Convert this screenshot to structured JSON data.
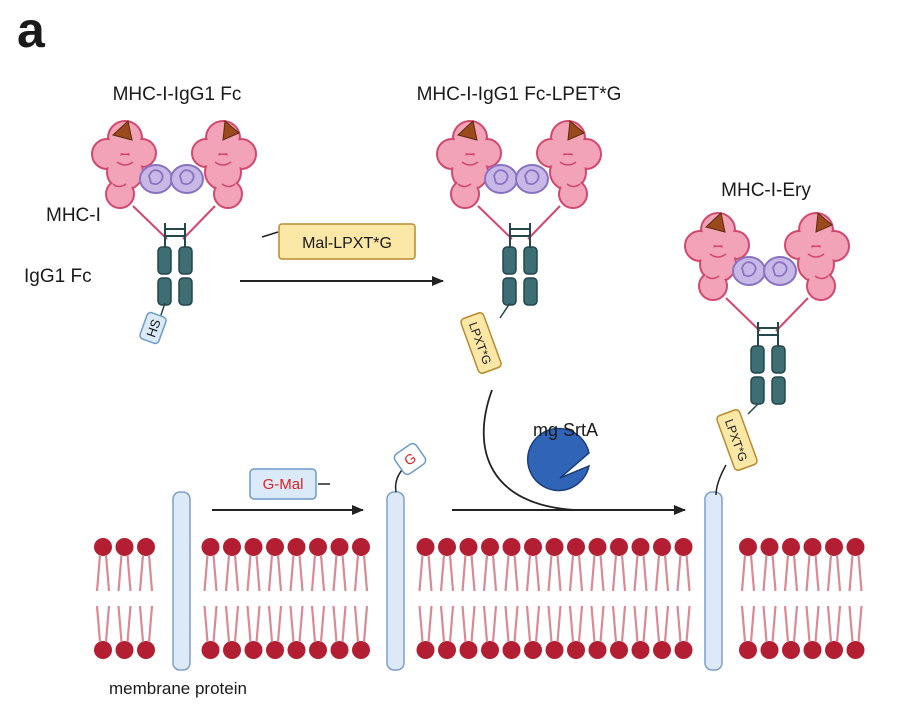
{
  "panel_letter": "a",
  "labels": {
    "mhc_igg1_fc": "MHC-I-IgG1 Fc",
    "mhc_igg1_fc_lpetg": "MHC-I-IgG1 Fc-LPET*G",
    "mhc_ery": "MHC-I-Ery",
    "mhc_i": "MHC-I",
    "igg1_fc": "IgG1 Fc",
    "mal_lpxtg": "Mal-LPXT*G",
    "g_mal": "G-Mal",
    "mg_srta": "mg SrtA",
    "membrane_protein": "membrane protein",
    "hs_tag": "HS",
    "lpxtg_tag": "LPXT*G",
    "g_tag": "G"
  },
  "colors": {
    "heavy_chain_fill": "#f2a3b8",
    "heavy_chain_stroke": "#d2486e",
    "b2m_fill": "#c8b8e6",
    "b2m_stroke": "#8a72c2",
    "peptide": "#9a4a1c",
    "fc_domain_fill": "#3d6e74",
    "fc_domain_stroke": "#24474c",
    "tag_fill": "#fbe7a6",
    "tag_stroke": "#b98a2e",
    "hs_fill": "#dbeaf8",
    "hs_stroke": "#6e9bc7",
    "lipid_head": "#b41e32",
    "lipid_tail": "#d98a95",
    "protein_fill": "#dde9f8",
    "protein_stroke": "#7e9fc8",
    "sortase": "#2f64b7",
    "arrow": "#222222",
    "red_text": "#e02020"
  },
  "icons": {
    "sortase": "pacman-enzyme-icon",
    "peptide": "triangle-peptide-icon"
  }
}
